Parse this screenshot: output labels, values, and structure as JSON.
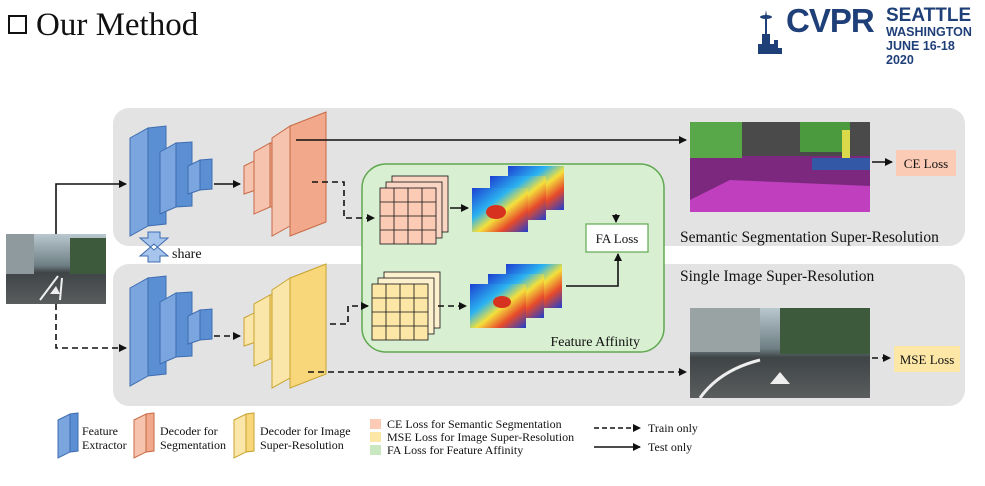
{
  "header": {
    "title": "Our Method"
  },
  "logo": {
    "word": "CVPR",
    "city": "SEATTLE",
    "state": "WASHINGTON",
    "dates": "JUNE 16-18 2020"
  },
  "diagram": {
    "top_stage_label": "Semantic Segmentation Super-Resolution",
    "bottom_stage_label": "Single Image Super-Resolution",
    "share_label": "share",
    "feature_affinity_label": "Feature Affinity",
    "fa_loss": "FA Loss",
    "ce_loss": "CE Loss",
    "mse_loss": "MSE Loss"
  },
  "legend": {
    "feature_extractor": "Feature Extractor",
    "decoder_seg": "Decoder for Segmentation",
    "decoder_sr": "Decoder for Image Super-Resolution",
    "ce_desc": "CE Loss for Semantic Segmentation",
    "mse_desc": "MSE Loss for Image Super-Resolution",
    "fa_desc": "FA Loss for Feature Affinity",
    "train_only": "Train only",
    "test_only": "Test only"
  },
  "colors": {
    "encoder": "#5b8fd4",
    "decoder_seg": "#f2a88a",
    "decoder_sr": "#f7d77a",
    "fa_region": "#d9efd2",
    "ce_fill": "#fbcbb5",
    "mse_fill": "#fde7a7",
    "fa_fill": "#c9e8bf"
  }
}
